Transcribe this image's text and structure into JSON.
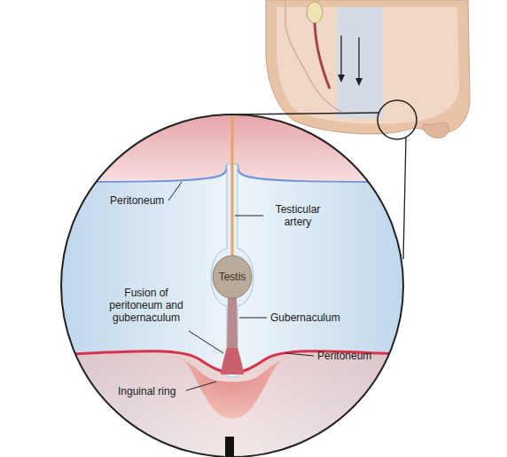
{
  "diagram": {
    "nodes": [
      {
        "text": [
          "Testis"
        ]
      }
    ],
    "labels": [
      "Peritoneum",
      "Testicular artery",
      "Fusion of peritoneum and gubernaculum",
      "Gubernaculum",
      "Peritoneum",
      "Inguinal ring"
    ]
  }
}
